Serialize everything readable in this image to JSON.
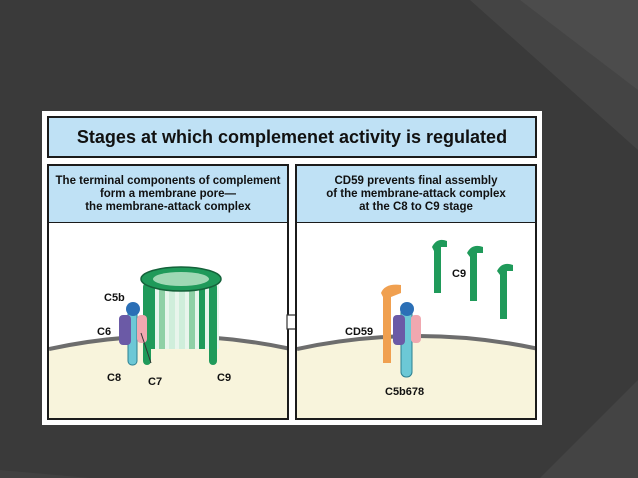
{
  "slide": {
    "background_color": "#3a3a3a",
    "figure_title": "Stages at which complemenet activity is regulated"
  },
  "left_panel": {
    "header_lines": [
      "The terminal components of complement",
      "form  a membrane pore—",
      "the membrane-attack complex"
    ],
    "labels": {
      "c5b": "C5b",
      "c6": "C6",
      "c8": "C8",
      "c7": "C7",
      "c9": "C9"
    }
  },
  "right_panel": {
    "header_lines": [
      "CD59 prevents final assembly",
      "of the membrane-attack complex",
      "at the C8 to C9 stage"
    ],
    "labels": {
      "c9": "C9",
      "cd59": "CD59",
      "c5b678": "C5b678"
    }
  },
  "colors": {
    "header_fill": "#bfe1f5",
    "membrane_fill": "#f8f4dc",
    "membrane_line": "#6d6d6d",
    "c9_green": "#1f9a5a",
    "c8_teal": "#6cc8d6",
    "c6_purple": "#6b5aa6",
    "c5b_blue": "#2b6fb6",
    "c7_pink": "#f0a8b0",
    "cd59_orange": "#f0a050"
  }
}
